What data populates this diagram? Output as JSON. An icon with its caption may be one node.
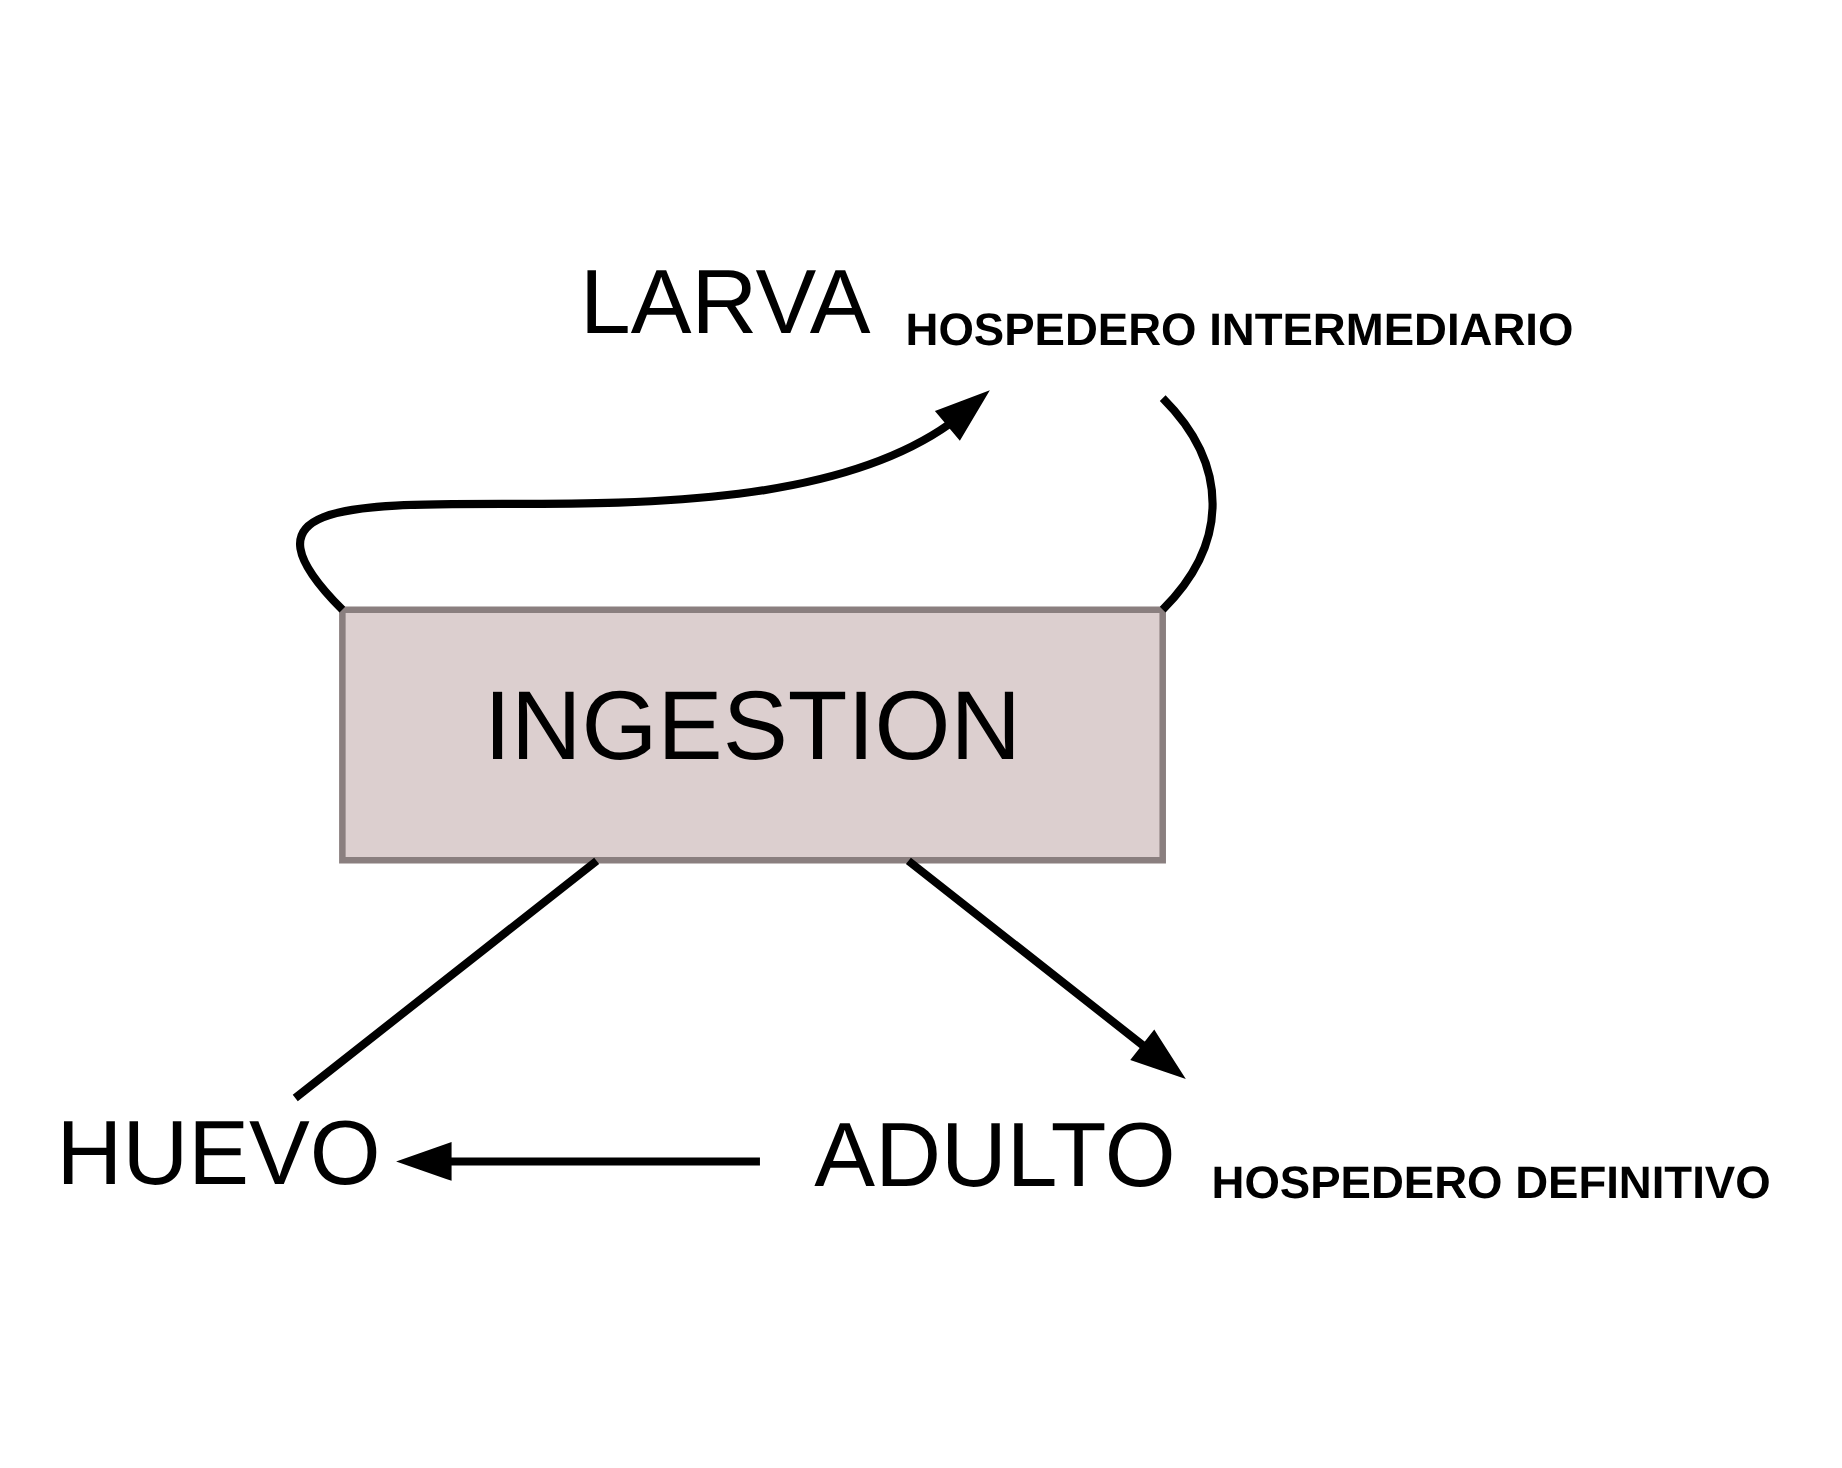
{
  "diagram": {
    "nodes": [
      {
        "text": [
          "LARVA"
        ],
        "beside": [
          "HOSPEDERO INTERMEDIARIO"
        ]
      },
      {
        "text": [
          "INGESTION"
        ]
      },
      {
        "text": [
          "HUEVO"
        ]
      },
      {
        "text": [
          "ADULTO"
        ],
        "beside": [
          "HOSPEDERO DEFINITIVO"
        ]
      }
    ],
    "edges": [
      {
        "from": 2,
        "to": 1,
        "arrow": "none"
      },
      {
        "from": 1,
        "to": 0,
        "arrow": "to"
      },
      {
        "from": 0,
        "to": 1,
        "arrow": "none"
      },
      {
        "from": 1,
        "to": 3,
        "arrow": "to"
      },
      {
        "from": 3,
        "to": 2,
        "arrow": "to"
      }
    ]
  }
}
